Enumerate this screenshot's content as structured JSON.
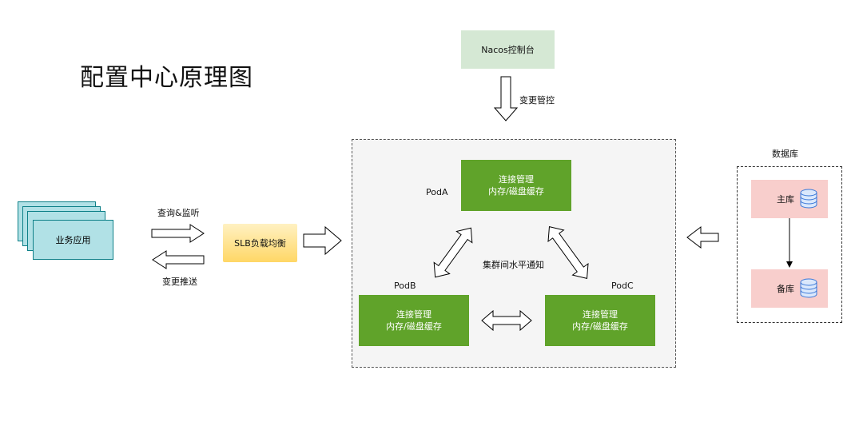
{
  "title": "配置中心原理图",
  "nacos": {
    "label": "Nacos控制台",
    "arrow_label": "变更管控"
  },
  "client": {
    "label": "业务应用"
  },
  "query_label": "查询&监听",
  "push_label": "变更推送",
  "slb": {
    "label": "SLB负载均衡"
  },
  "cluster": {
    "sync_label": "集群间水平通知",
    "pods": [
      {
        "name": "PodA",
        "line1": "连接管理",
        "line2": "内存/磁盘缓存"
      },
      {
        "name": "PodB",
        "line1": "连接管理",
        "line2": "内存/磁盘缓存"
      },
      {
        "name": "PodC",
        "line1": "连接管理",
        "line2": "内存/磁盘缓存"
      }
    ]
  },
  "database": {
    "label": "数据库",
    "primary": "主库",
    "replica": "备库"
  },
  "colors": {
    "pod": "#60a32a",
    "nacos": "#d5e8d4",
    "client": "#b1e1e6",
    "slb": "#ffd766",
    "db": "#f8cecc",
    "db_icon": "#dae8fc"
  }
}
